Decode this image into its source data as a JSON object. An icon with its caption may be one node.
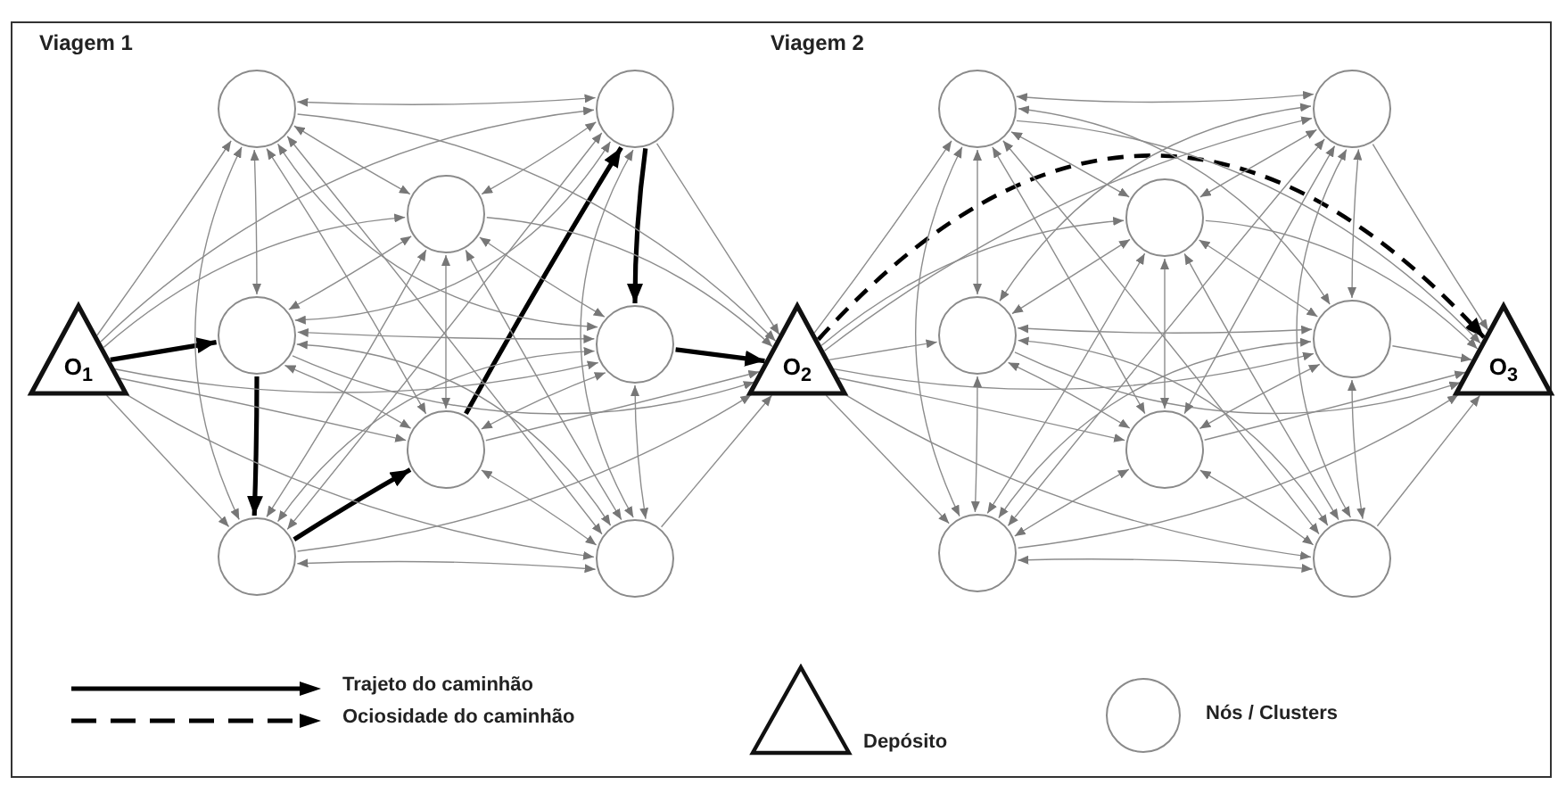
{
  "diagram": {
    "nodes": [
      {
        "text": [
          "O$_{1}$"
        ]
      },
      {
        "text": [],
        "shape": "circle"
      },
      {
        "text": [],
        "shape": "circle"
      },
      {
        "text": [],
        "shape": "circle"
      },
      {
        "text": [],
        "shape": "circle"
      },
      {
        "text": [],
        "shape": "circle"
      },
      {
        "text": [],
        "shape": "circle"
      },
      {
        "text": [],
        "shape": "circle"
      },
      {
        "text": [],
        "shape": "circle"
      },
      {
        "text": [
          "O$_{2}$"
        ]
      },
      {
        "text": [],
        "shape": "circle"
      },
      {
        "text": [],
        "shape": "circle"
      },
      {
        "text": [],
        "shape": "circle"
      },
      {
        "text": [],
        "shape": "circle"
      },
      {
        "text": [],
        "shape": "circle"
      },
      {
        "text": [],
        "shape": "circle"
      },
      {
        "text": [],
        "shape": "circle"
      },
      {
        "text": [],
        "shape": "circle"
      },
      {
        "text": [
          "O$_{3}$"
        ]
      }
    ],
    "edges": [
      {
        "from": 0,
        "to": 2,
        "arrow": "to",
        "style": "thick",
        "color": "#000000"
      },
      {
        "from": 2,
        "to": 3,
        "arrow": "to",
        "style": "thick",
        "color": "#000000"
      },
      {
        "from": 3,
        "to": 5,
        "arrow": "to",
        "style": "thick",
        "color": "#000000"
      },
      {
        "from": 5,
        "to": 6,
        "arrow": "to",
        "style": "thick",
        "color": "#000000"
      },
      {
        "from": 6,
        "to": 7,
        "arrow": "to",
        "style": "thick",
        "color": "#000000"
      },
      {
        "from": 7,
        "to": 9,
        "arrow": "to",
        "style": "thick",
        "color": "#000000"
      },
      {
        "from": 9,
        "to": 18,
        "arrow": "to",
        "style": "dashed",
        "color": "#000000"
      },
      {
        "from": 0,
        "to": 1,
        "arrow": "to"
      },
      {
        "from": 0,
        "to": 3,
        "arrow": "to"
      },
      {
        "from": 0,
        "to": 4,
        "arrow": "to"
      },
      {
        "from": 0,
        "to": 5,
        "arrow": "to"
      },
      {
        "from": 0,
        "to": 6,
        "arrow": "to"
      },
      {
        "from": 0,
        "to": 7,
        "arrow": "to"
      },
      {
        "from": 0,
        "to": 8,
        "arrow": "to"
      },
      {
        "from": 1,
        "to": 9,
        "arrow": "to"
      },
      {
        "from": 2,
        "to": 9,
        "arrow": "to"
      },
      {
        "from": 3,
        "to": 9,
        "arrow": "to"
      },
      {
        "from": 4,
        "to": 9,
        "arrow": "to"
      },
      {
        "from": 5,
        "to": 9,
        "arrow": "to"
      },
      {
        "from": 6,
        "to": 9,
        "arrow": "to"
      },
      {
        "from": 8,
        "to": 9,
        "arrow": "to"
      },
      {
        "from": 1,
        "to": 2,
        "arrow": "both"
      },
      {
        "from": 1,
        "to": 3,
        "arrow": "both"
      },
      {
        "from": 1,
        "to": 4,
        "arrow": "both"
      },
      {
        "from": 1,
        "to": 5,
        "arrow": "both"
      },
      {
        "from": 1,
        "to": 6,
        "arrow": "both"
      },
      {
        "from": 1,
        "to": 7,
        "arrow": "both"
      },
      {
        "from": 1,
        "to": 8,
        "arrow": "both"
      },
      {
        "from": 2,
        "to": 4,
        "arrow": "both"
      },
      {
        "from": 2,
        "to": 5,
        "arrow": "both"
      },
      {
        "from": 2,
        "to": 6,
        "arrow": "both"
      },
      {
        "from": 2,
        "to": 7,
        "arrow": "both"
      },
      {
        "from": 2,
        "to": 8,
        "arrow": "both"
      },
      {
        "from": 3,
        "to": 4,
        "arrow": "both"
      },
      {
        "from": 3,
        "to": 6,
        "arrow": "both"
      },
      {
        "from": 3,
        "to": 7,
        "arrow": "both"
      },
      {
        "from": 3,
        "to": 8,
        "arrow": "both"
      },
      {
        "from": 4,
        "to": 5,
        "arrow": "both"
      },
      {
        "from": 4,
        "to": 6,
        "arrow": "both"
      },
      {
        "from": 4,
        "to": 7,
        "arrow": "both"
      },
      {
        "from": 4,
        "to": 8,
        "arrow": "both"
      },
      {
        "from": 5,
        "to": 7,
        "arrow": "both"
      },
      {
        "from": 5,
        "to": 8,
        "arrow": "both"
      },
      {
        "from": 6,
        "to": 8,
        "arrow": "both"
      },
      {
        "from": 7,
        "to": 8,
        "arrow": "both"
      },
      {
        "from": 9,
        "to": 10,
        "arrow": "to"
      },
      {
        "from": 9,
        "to": 11,
        "arrow": "to"
      },
      {
        "from": 9,
        "to": 12,
        "arrow": "to"
      },
      {
        "from": 9,
        "to": 13,
        "arrow": "to"
      },
      {
        "from": 9,
        "to": 14,
        "arrow": "to"
      },
      {
        "from": 9,
        "to": 15,
        "arrow": "to"
      },
      {
        "from": 9,
        "to": 16,
        "arrow": "to"
      },
      {
        "from": 9,
        "to": 17,
        "arrow": "to"
      },
      {
        "from": 10,
        "to": 18,
        "arrow": "to"
      },
      {
        "from": 11,
        "to": 18,
        "arrow": "to"
      },
      {
        "from": 12,
        "to": 18,
        "arrow": "to"
      },
      {
        "from": 13,
        "to": 18,
        "arrow": "to"
      },
      {
        "from": 14,
        "to": 18,
        "arrow": "to"
      },
      {
        "from": 15,
        "to": 18,
        "arrow": "to"
      },
      {
        "from": 16,
        "to": 18,
        "arrow": "to"
      },
      {
        "from": 17,
        "to": 18,
        "arrow": "to"
      },
      {
        "from": 10,
        "to": 11,
        "arrow": "both"
      },
      {
        "from": 10,
        "to": 12,
        "arrow": "both"
      },
      {
        "from": 10,
        "to": 13,
        "arrow": "both"
      },
      {
        "from": 10,
        "to": 14,
        "arrow": "both"
      },
      {
        "from": 10,
        "to": 15,
        "arrow": "both"
      },
      {
        "from": 10,
        "to": 16,
        "arrow": "both"
      },
      {
        "from": 10,
        "to": 17,
        "arrow": "both"
      },
      {
        "from": 11,
        "to": 12,
        "arrow": "both"
      },
      {
        "from": 11,
        "to": 13,
        "arrow": "both"
      },
      {
        "from": 11,
        "to": 14,
        "arrow": "both"
      },
      {
        "from": 11,
        "to": 15,
        "arrow": "both"
      },
      {
        "from": 11,
        "to": 16,
        "arrow": "both"
      },
      {
        "from": 11,
        "to": 17,
        "arrow": "both"
      },
      {
        "from": 12,
        "to": 13,
        "arrow": "both"
      },
      {
        "from": 12,
        "to": 14,
        "arrow": "both"
      },
      {
        "from": 12,
        "to": 15,
        "arrow": "both"
      },
      {
        "from": 12,
        "to": 16,
        "arrow": "both"
      },
      {
        "from": 12,
        "to": 17,
        "arrow": "both"
      },
      {
        "from": 13,
        "to": 14,
        "arrow": "both"
      },
      {
        "from": 13,
        "to": 15,
        "arrow": "both"
      },
      {
        "from": 13,
        "to": 16,
        "arrow": "both"
      },
      {
        "from": 13,
        "to": 17,
        "arrow": "both"
      },
      {
        "from": 14,
        "to": 15,
        "arrow": "both"
      },
      {
        "from": 14,
        "to": 16,
        "arrow": "both"
      },
      {
        "from": 14,
        "to": 17,
        "arrow": "both"
      },
      {
        "from": 15,
        "to": 16,
        "arrow": "both"
      },
      {
        "from": 15,
        "to": 17,
        "arrow": "both"
      },
      {
        "from": 16,
        "to": 17,
        "arrow": "both"
      }
    ],
    "labels": [
      "Viagem 1",
      "Viagem 2"
    ],
    "legend": [
      {
        "text": "Trajeto do caminhão"
      },
      {
        "text": "Ociosidade do caminhão"
      },
      {
        "text": "Depósito"
      },
      {
        "text": "Nós / Clusters"
      }
    ]
  }
}
